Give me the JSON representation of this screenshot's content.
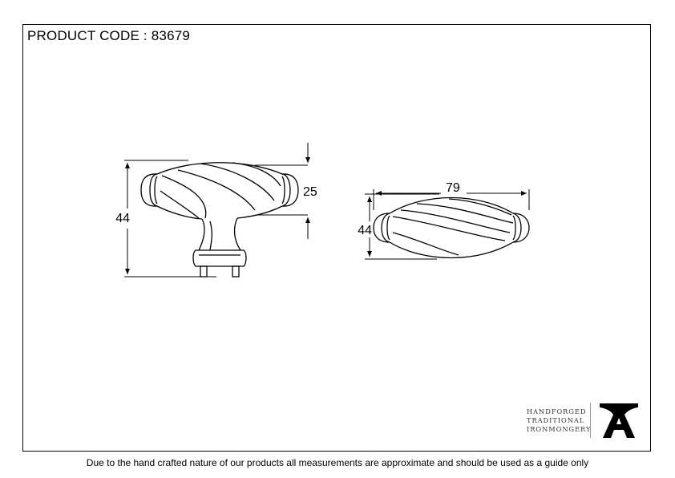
{
  "header": {
    "product_code": "PRODUCT CODE : 83679"
  },
  "dimensions": {
    "side_height": "44",
    "head_thickness": "25",
    "front_width": "79",
    "front_height": "44"
  },
  "brand": {
    "line1": "HANDFORGED",
    "line2": "TRADITIONAL",
    "line3": "IRONMONGERY",
    "logo_icon": "anvil-a-icon"
  },
  "footer": {
    "disclaimer": "Due to the hand crafted nature of our products all measurements are approximate and should be used as a guide only"
  }
}
